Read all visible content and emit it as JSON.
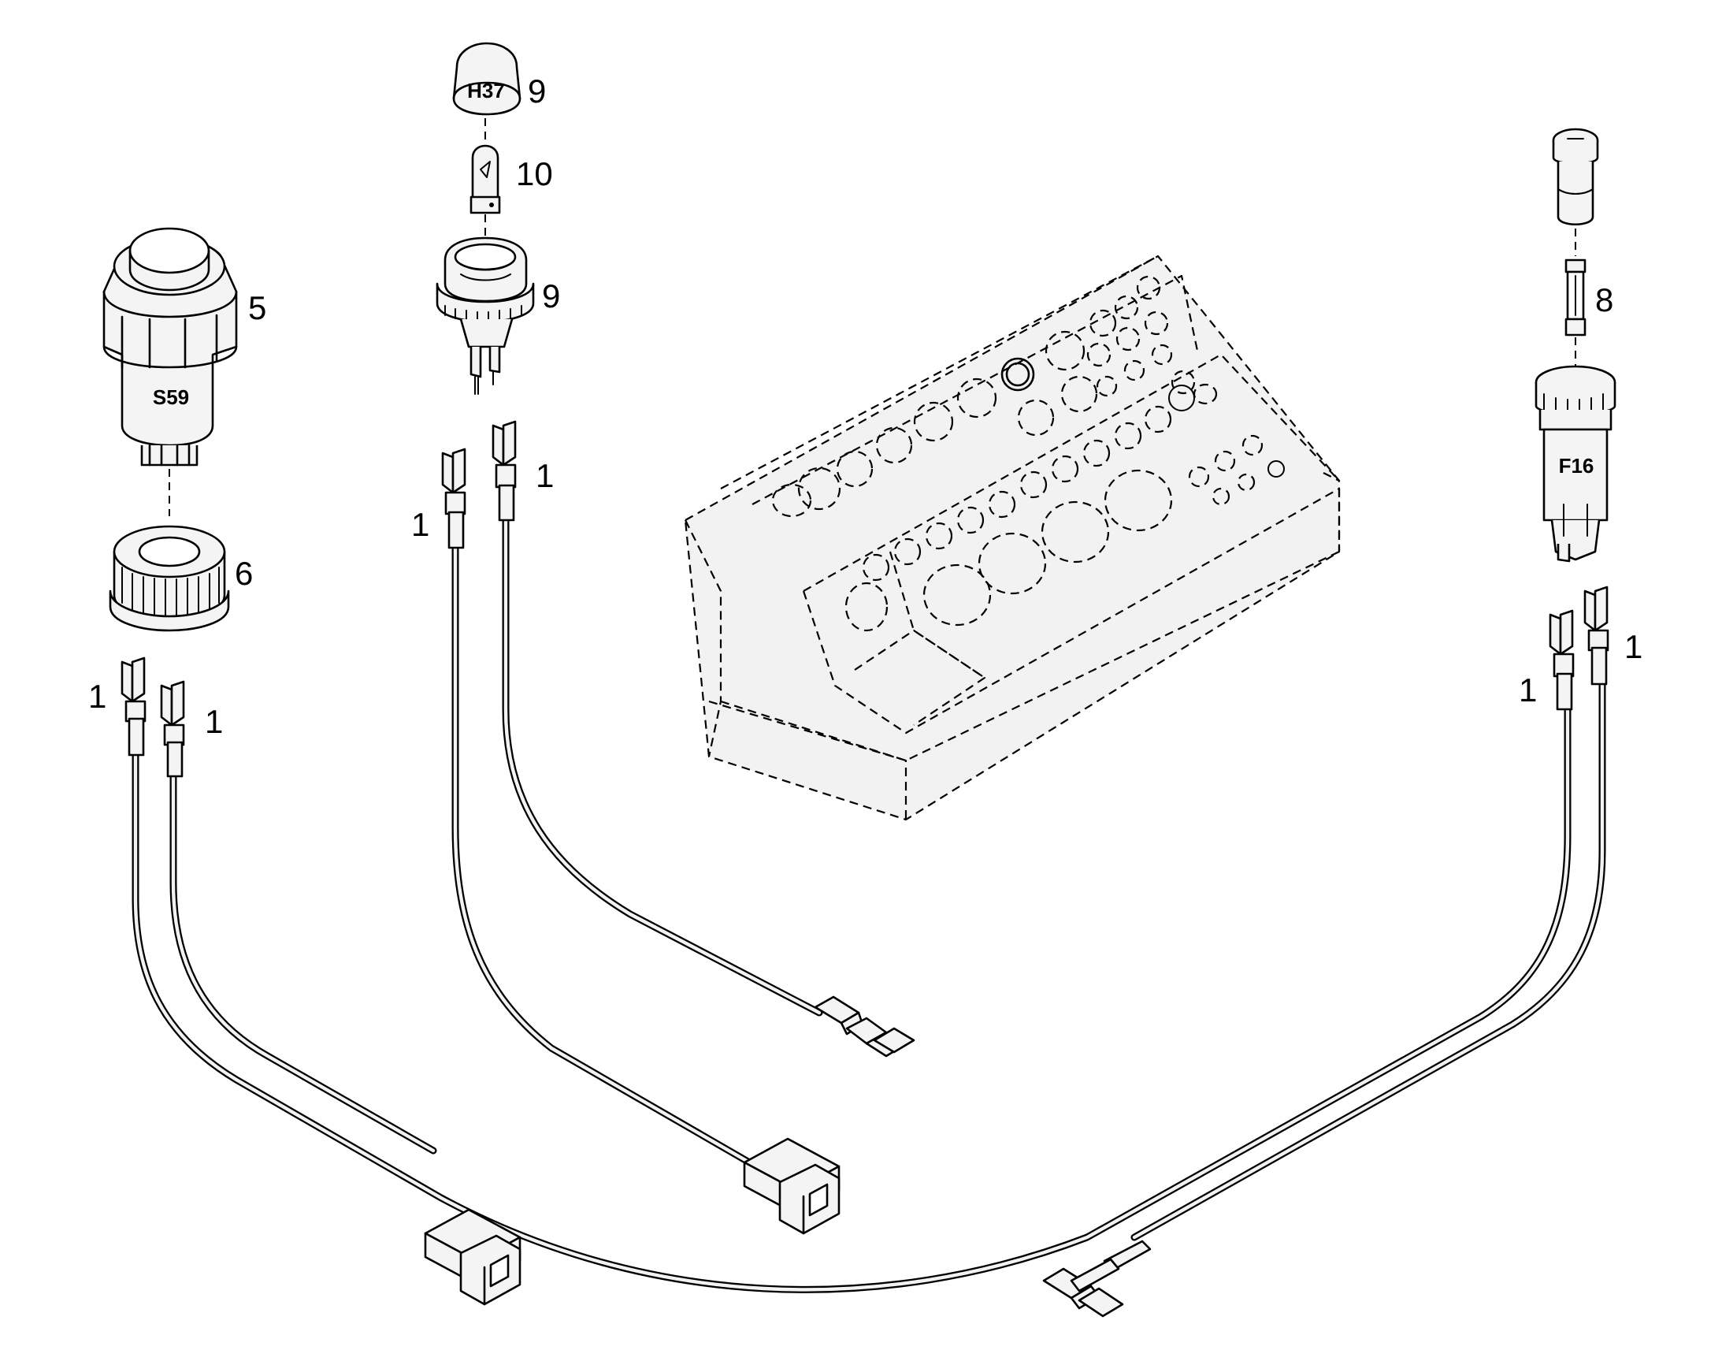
{
  "diagram": {
    "callouts": {
      "s59_button": "5",
      "s59_ring": "6",
      "h37_lens": "9",
      "h37_bulb": "10",
      "h37_socket": "9",
      "f16_fuse": "8",
      "lamp_lead_left": "1",
      "lamp_lead_right": "1",
      "switch_lead_left": "1",
      "switch_lead_right": "1",
      "fuse_lead_left": "1",
      "fuse_lead_right": "1"
    },
    "component_codes": {
      "switch": "S59",
      "lamp": "H37",
      "fuse_holder": "F16"
    }
  }
}
